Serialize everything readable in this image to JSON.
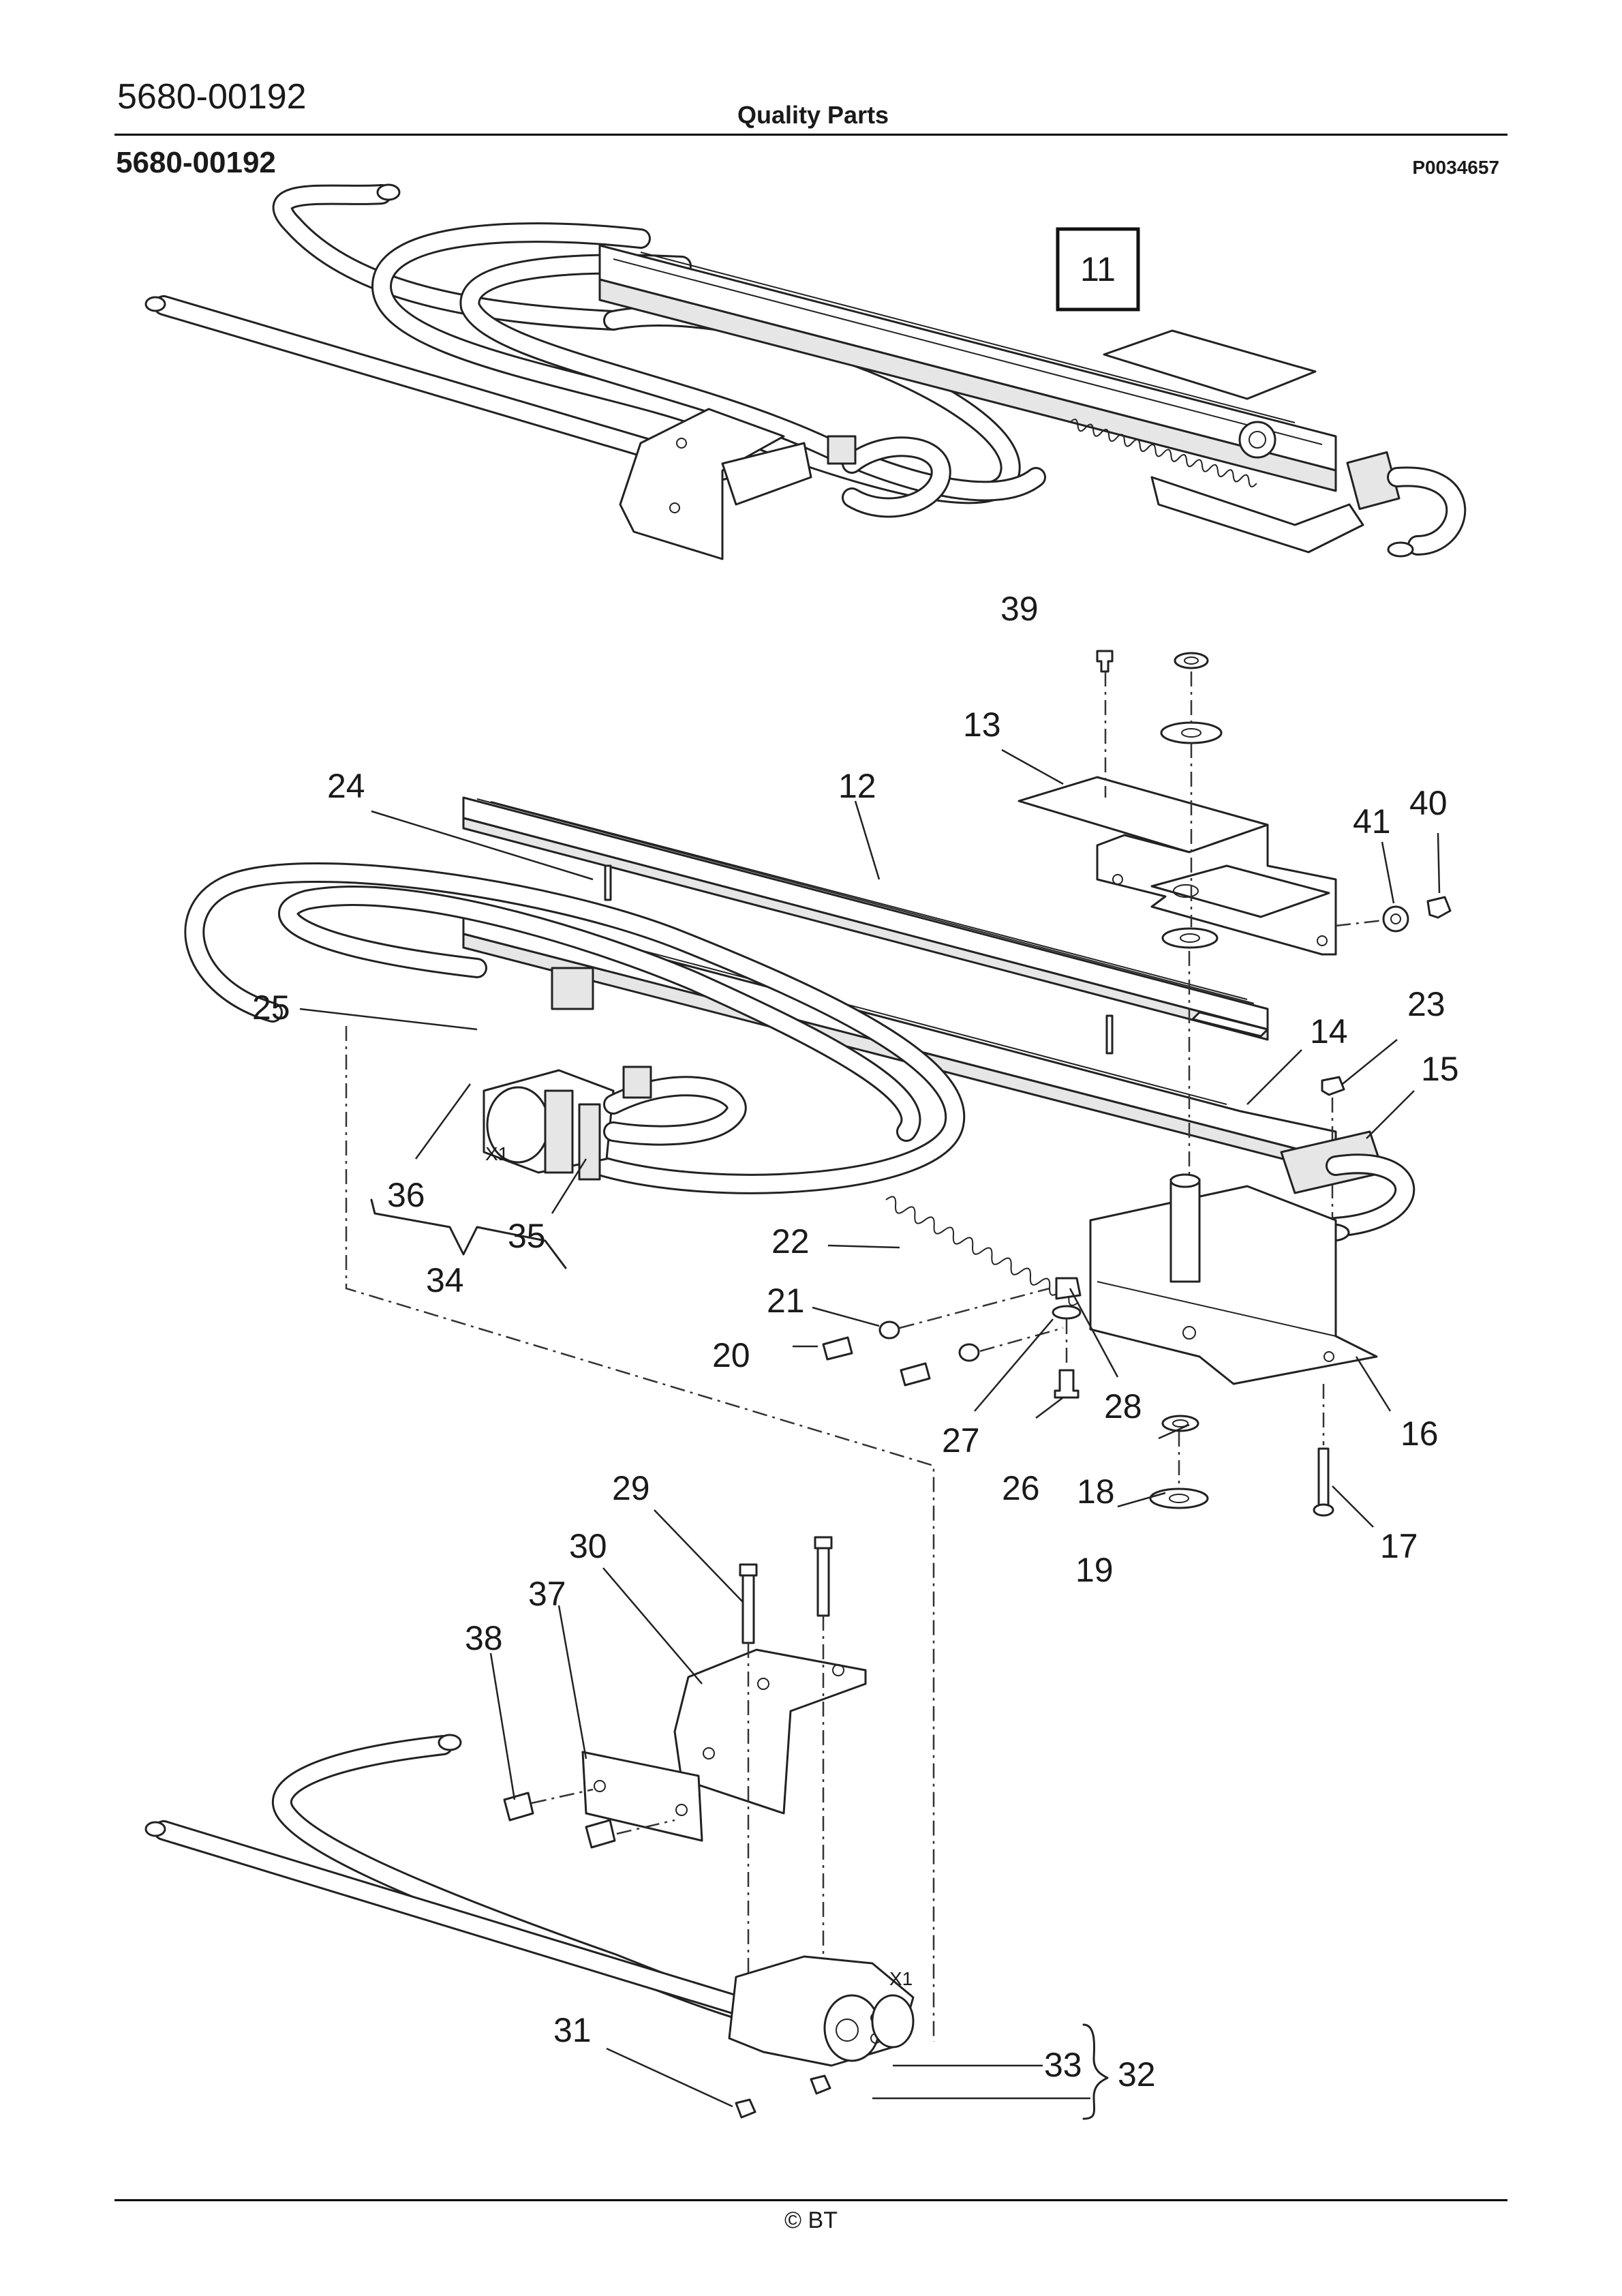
{
  "header": {
    "document_number": "5680-00192",
    "center_title": "Quality Parts",
    "diagram_number": "5680-00192",
    "picture_code": "P0034657"
  },
  "assembly_box_label": "11",
  "callouts": [
    "12",
    "13",
    "14",
    "15",
    "16",
    "17",
    "18",
    "19",
    "20",
    "21",
    "22",
    "23",
    "24",
    "25",
    "26",
    "27",
    "28",
    "29",
    "30",
    "31",
    "32",
    "33",
    "34",
    "35",
    "36",
    "37",
    "38",
    "39",
    "40",
    "41"
  ],
  "connector_labels": [
    "X1",
    "X1"
  ],
  "footer": {
    "copyright": "© BT"
  }
}
